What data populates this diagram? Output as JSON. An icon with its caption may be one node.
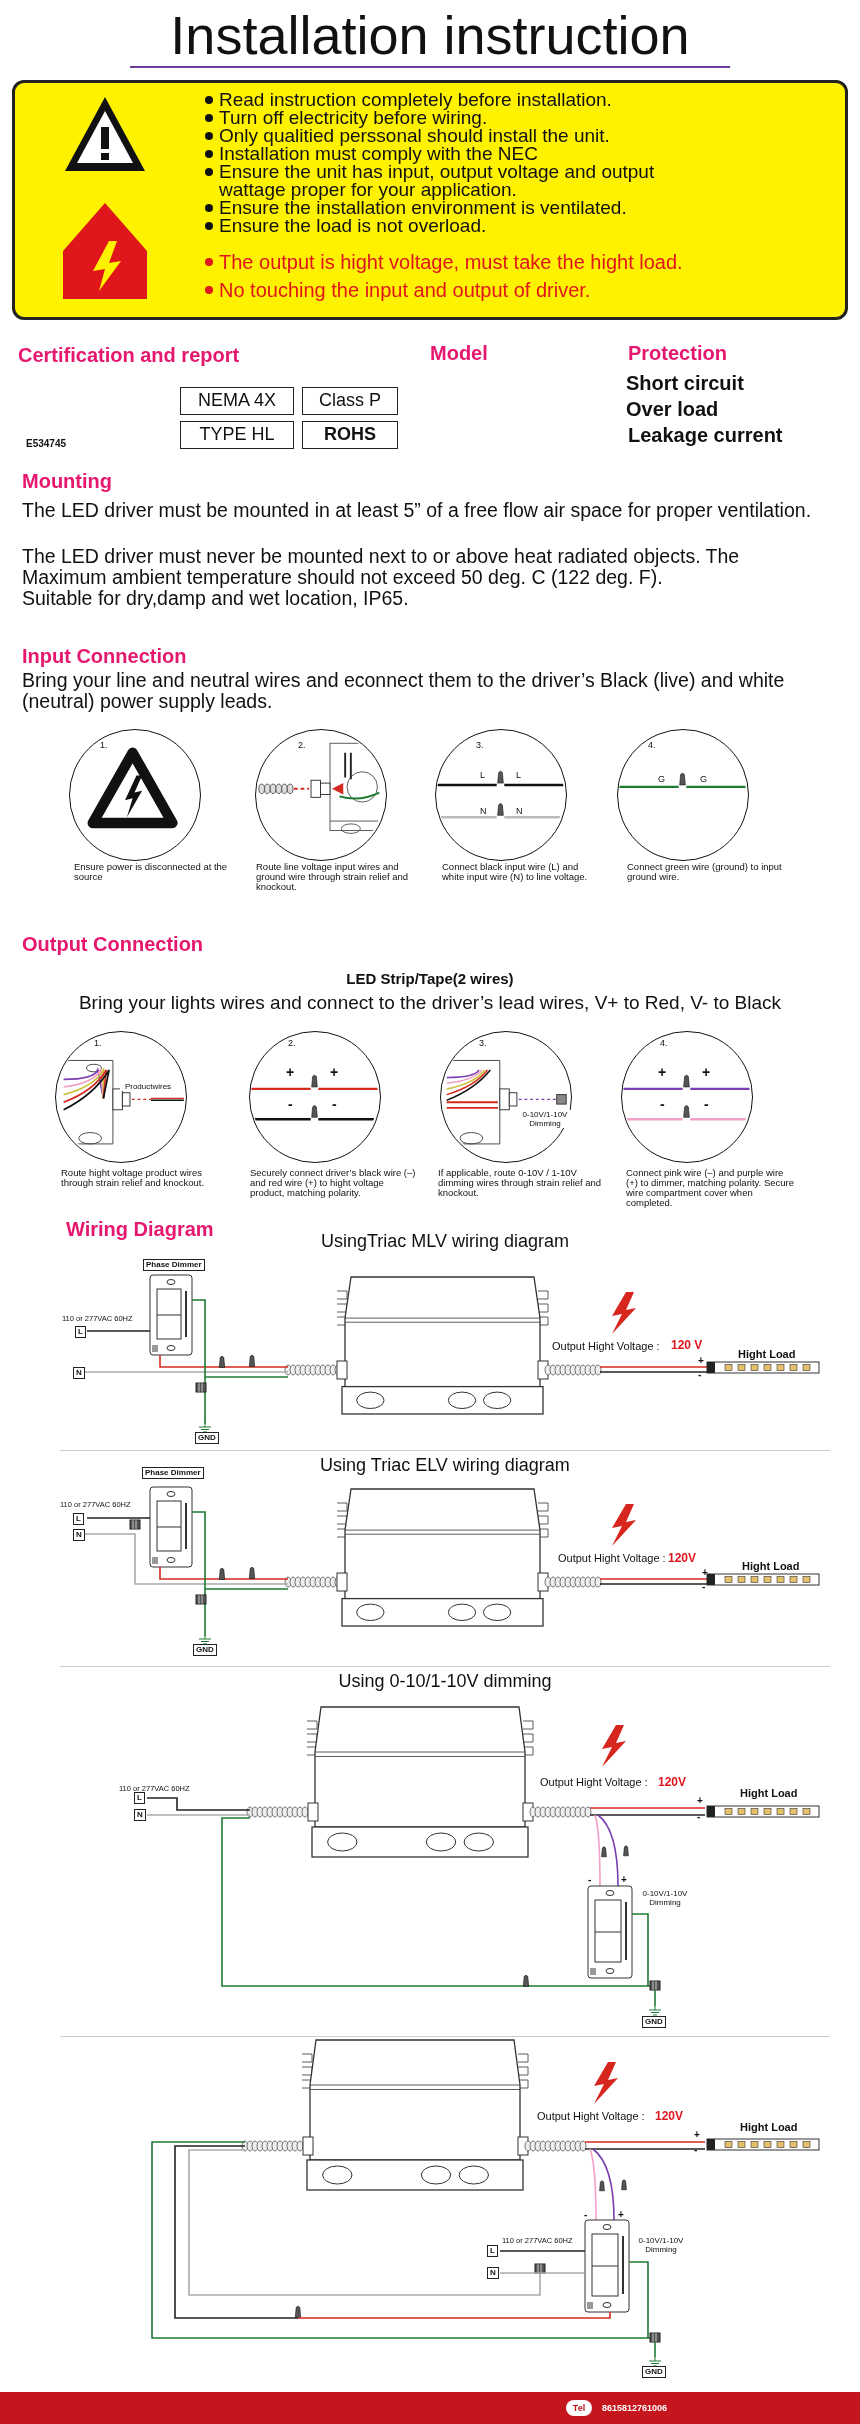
{
  "diagram": {
    "title": "Installation instruction",
    "nodes": [
      {
        "text": [
          "Read instruction completely before installation.",
          "Turn off electricity before wiring.",
          "Only qualitied perssonal should install the unit.",
          "Installation must comply with the NEC",
          "Ensure the unit has input, output voltage and output wattage proper for your application.",
          "Ensure the installation environment is ventilated.",
          "Ensure the load is not overload.",
          "The output is hight voltage, must take the hight load.",
          "No touching the input and output of driver."
        ]
      },
      {
        "text": [
          "NEMA 4X"
        ]
      },
      {
        "text": [
          "Class P"
        ]
      },
      {
        "text": [
          "TYPE HL"
        ]
      },
      {
        "text": [
          "ROHS"
        ]
      },
      {
        "text": [
          "1."
        ],
        "beside": [
          "Ensure power is disconnected at the source"
        ]
      },
      {
        "text": [
          "2."
        ],
        "beside": [
          "Route line voltage input wires and ground wire through strain relief and knockout."
        ]
      },
      {
        "text": [
          "3.",
          "L",
          "L",
          "N",
          "N"
        ],
        "beside": [
          "Connect black input wire (L) and white input wire (N) to line voltage."
        ]
      },
      {
        "text": [
          "4.",
          "G",
          "G"
        ],
        "beside": [
          "Connect green wire (ground) to input ground wire."
        ]
      },
      {
        "text": [
          "1.",
          "Productwires"
        ],
        "beside": [
          "Route hight voltage product wires through strain relief and knockout."
        ]
      },
      {
        "text": [
          "2.",
          "+",
          "+",
          "-",
          "-"
        ],
        "beside": [
          "Securely connect driver’s black wire (–) and red wire (+) to hight voltage product, matching polarity."
        ]
      },
      {
        "text": [
          "3.",
          "0-10V/1-10V Dimming"
        ],
        "beside": [
          "If applicable, route 0-10V / 1-10V dimming wires through strain relief and knockout."
        ]
      },
      {
        "text": [
          "4.",
          "+",
          "+",
          "-",
          "-"
        ],
        "beside": [
          "Connect pink wire (–) and purple wire (+) to dimmer, matching polarity. Secure wire compartment cover when completed."
        ]
      },
      {
        "text": [
          "Tel"
        ],
        "beside": [
          "8615812761006"
        ]
      }
    ],
    "labels": [
      "Certification and report",
      "E534745",
      "Model",
      "Protection",
      "Short circuit",
      "Over load",
      "Leakage current",
      "Mounting",
      "The LED driver must be mounted in at least 5” of a free flow air space for proper ventilation.",
      "The LED driver must never be mounted next to or above heat radiated objects. The Maximum ambient temperature should not exceed 50 deg. C (122 deg. F).",
      "Suitable for dry,damp and wet location, IP65.",
      "Input Connection",
      "Bring your line and neutral wires and econnect them to the driver’s Black (live) and white (neutral) power supply leads.",
      "Output Connection",
      "LED Strip/Tape(2 wires)",
      "Bring your lights wires and connect to the driver’s lead wires, V+ to Red, V- to Black",
      "Wiring Diagram",
      "UsingTriac MLV wiring diagram",
      "Phase Dimmer",
      "110 or 277VAC 60HZ",
      "L",
      "N",
      "GND",
      "Output Hight Voltage :",
      "120 V",
      "+",
      "-",
      "Hight Load",
      "Using Triac ELV wiring diagram",
      "Phase Dimmer",
      "110 or 277VAC 60HZ",
      "L",
      "N",
      "GND",
      "Output Hight Voltage :",
      "120V",
      "+",
      "-",
      "Hight Load",
      "Using 0-10/1-10V dimming",
      "110 or 277VAC 60HZ",
      "L",
      "N",
      "Output Hight Voltage :",
      "120V",
      "+",
      "-",
      "Hight Load",
      "-",
      "+",
      "0-10V/1-10V Dimming",
      "GND",
      "Output Hight Voltage :",
      "120V",
      "+",
      "-",
      "Hight Load",
      "-",
      "+",
      "110 or 277VAC 60HZ",
      "L",
      "N",
      "0-10V/1-10V Dimming",
      "GND"
    ]
  }
}
